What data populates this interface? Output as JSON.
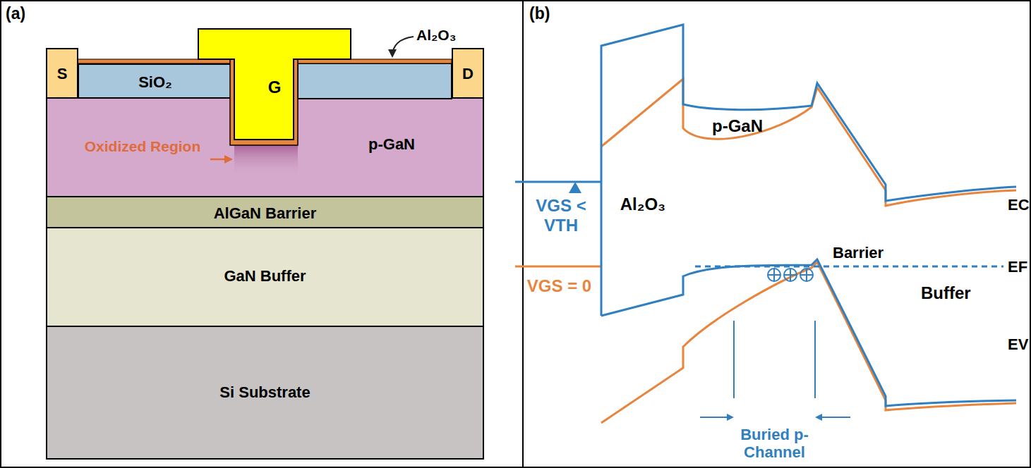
{
  "diagram": {
    "nodes": [
      {
        "text": [
          "S"
        ]
      },
      {
        "text": [
          "SiO₂"
        ]
      },
      {
        "text": [
          "G"
        ]
      },
      {
        "text": [
          "D"
        ]
      },
      {
        "text": [
          "p-GaN"
        ]
      },
      {
        "text": [
          "AlGaN Barrier"
        ]
      },
      {
        "text": [
          "GaN Buffer"
        ]
      },
      {
        "text": [
          "Si Substrate"
        ]
      }
    ],
    "labels": [
      "(a)",
      "Al₂O₃",
      "Oxidized Region",
      "(b)",
      "VGS < VTH",
      "VGS = 0",
      "Al₂O₃",
      "p-GaN",
      "EC",
      "Barrier",
      "EF",
      "Buffer",
      "EV",
      "Buried p-Channel"
    ]
  }
}
